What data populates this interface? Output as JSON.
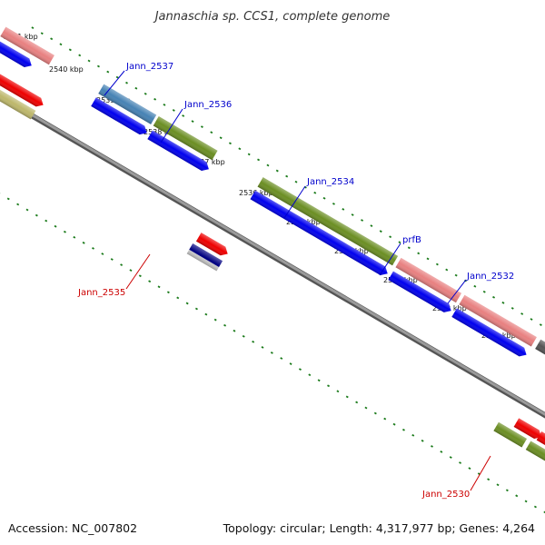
{
  "title": "Jannaschia sp. CCS1, complete genome",
  "footer": {
    "accession": "Accession: NC_007802",
    "summary": "Topology: circular; Length: 4,317,977 bp; Genes: 4,264"
  },
  "ruler_labels": [
    "2541 kbp",
    "2540 kbp",
    "2539 kbp",
    "2538 kbp",
    "2537 kbp",
    "2536 kbp",
    "2535 kbp",
    "2534 kbp",
    "2533 kbp",
    "2532 kbp",
    "2531 kbp"
  ],
  "gene_labels": [
    "Jann_2537",
    "Jann_2536",
    "Jann_2534",
    "prfB",
    "Jann_2532",
    "Jann_2535",
    "Jann_2530"
  ],
  "colors": {
    "backbone": "#888888",
    "tick_green": "#1a7a1a",
    "label_blue": "#0000cc",
    "label_red": "#cc0000",
    "cds_blue": "#0000ee",
    "gene_red": "#ee0000",
    "gene_pink": "#e88080",
    "gene_olive": "#6b8e23",
    "gene_steel": "#4682b4",
    "gene_khaki": "#bdb76b",
    "gene_gray": "#555555",
    "gene_navy": "#000080"
  }
}
